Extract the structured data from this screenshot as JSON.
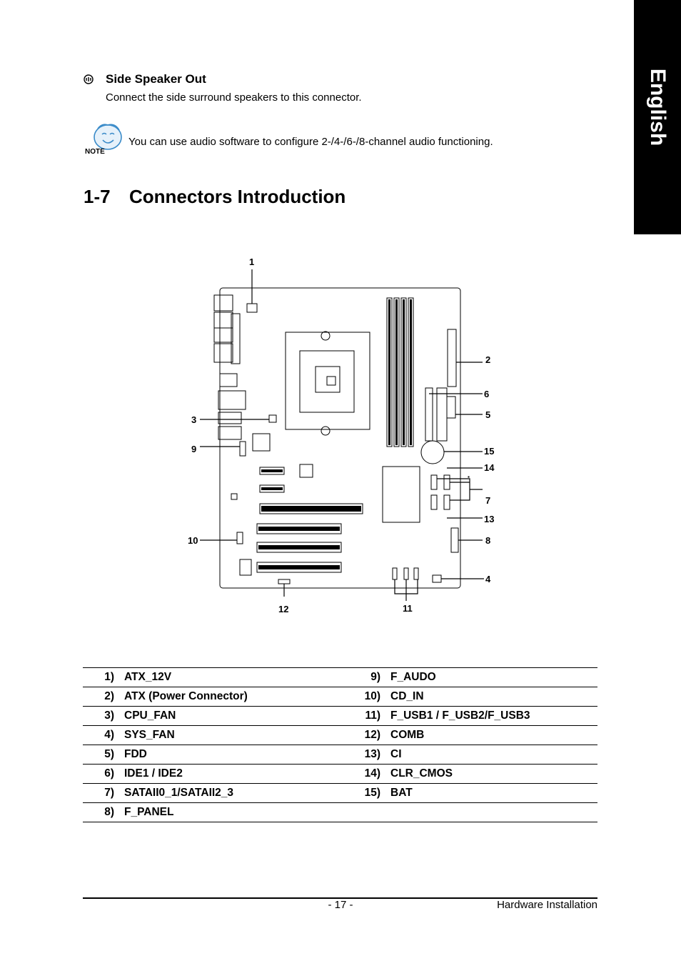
{
  "side_tab": "English",
  "section": {
    "heading": "Side Speaker Out",
    "text": "Connect the side surround speakers to this connector."
  },
  "note": {
    "icon_label": "NOTE",
    "text": "You can use audio software to configure 2-/4-/6-/8-channel audio functioning."
  },
  "title": {
    "number": "1-7",
    "text": "Connectors Introduction"
  },
  "callouts": [
    "1",
    "2",
    "3",
    "4",
    "5",
    "6",
    "7",
    "8",
    "9",
    "10",
    "11",
    "12",
    "13",
    "14",
    "15"
  ],
  "connectors": [
    {
      "left_num": "1)",
      "left_label": "ATX_12V",
      "right_num": "9)",
      "right_label": "F_AUDO"
    },
    {
      "left_num": "2)",
      "left_label": "ATX (Power Connector)",
      "right_num": "10)",
      "right_label": "CD_IN"
    },
    {
      "left_num": "3)",
      "left_label": "CPU_FAN",
      "right_num": "11)",
      "right_label": "F_USB1 / F_USB2/F_USB3"
    },
    {
      "left_num": "4)",
      "left_label": "SYS_FAN",
      "right_num": "12)",
      "right_label": "COMB"
    },
    {
      "left_num": "5)",
      "left_label": "FDD",
      "right_num": "13)",
      "right_label": "CI"
    },
    {
      "left_num": "6)",
      "left_label": "IDE1 / IDE2",
      "right_num": "14)",
      "right_label": "CLR_CMOS"
    },
    {
      "left_num": "7)",
      "left_label": "SATAII0_1/SATAII2_3",
      "right_num": "15)",
      "right_label": "BAT"
    },
    {
      "left_num": "8)",
      "left_label": "F_PANEL",
      "right_num": "",
      "right_label": ""
    }
  ],
  "footer": {
    "page": "- 17 -",
    "section": "Hardware Installation"
  }
}
